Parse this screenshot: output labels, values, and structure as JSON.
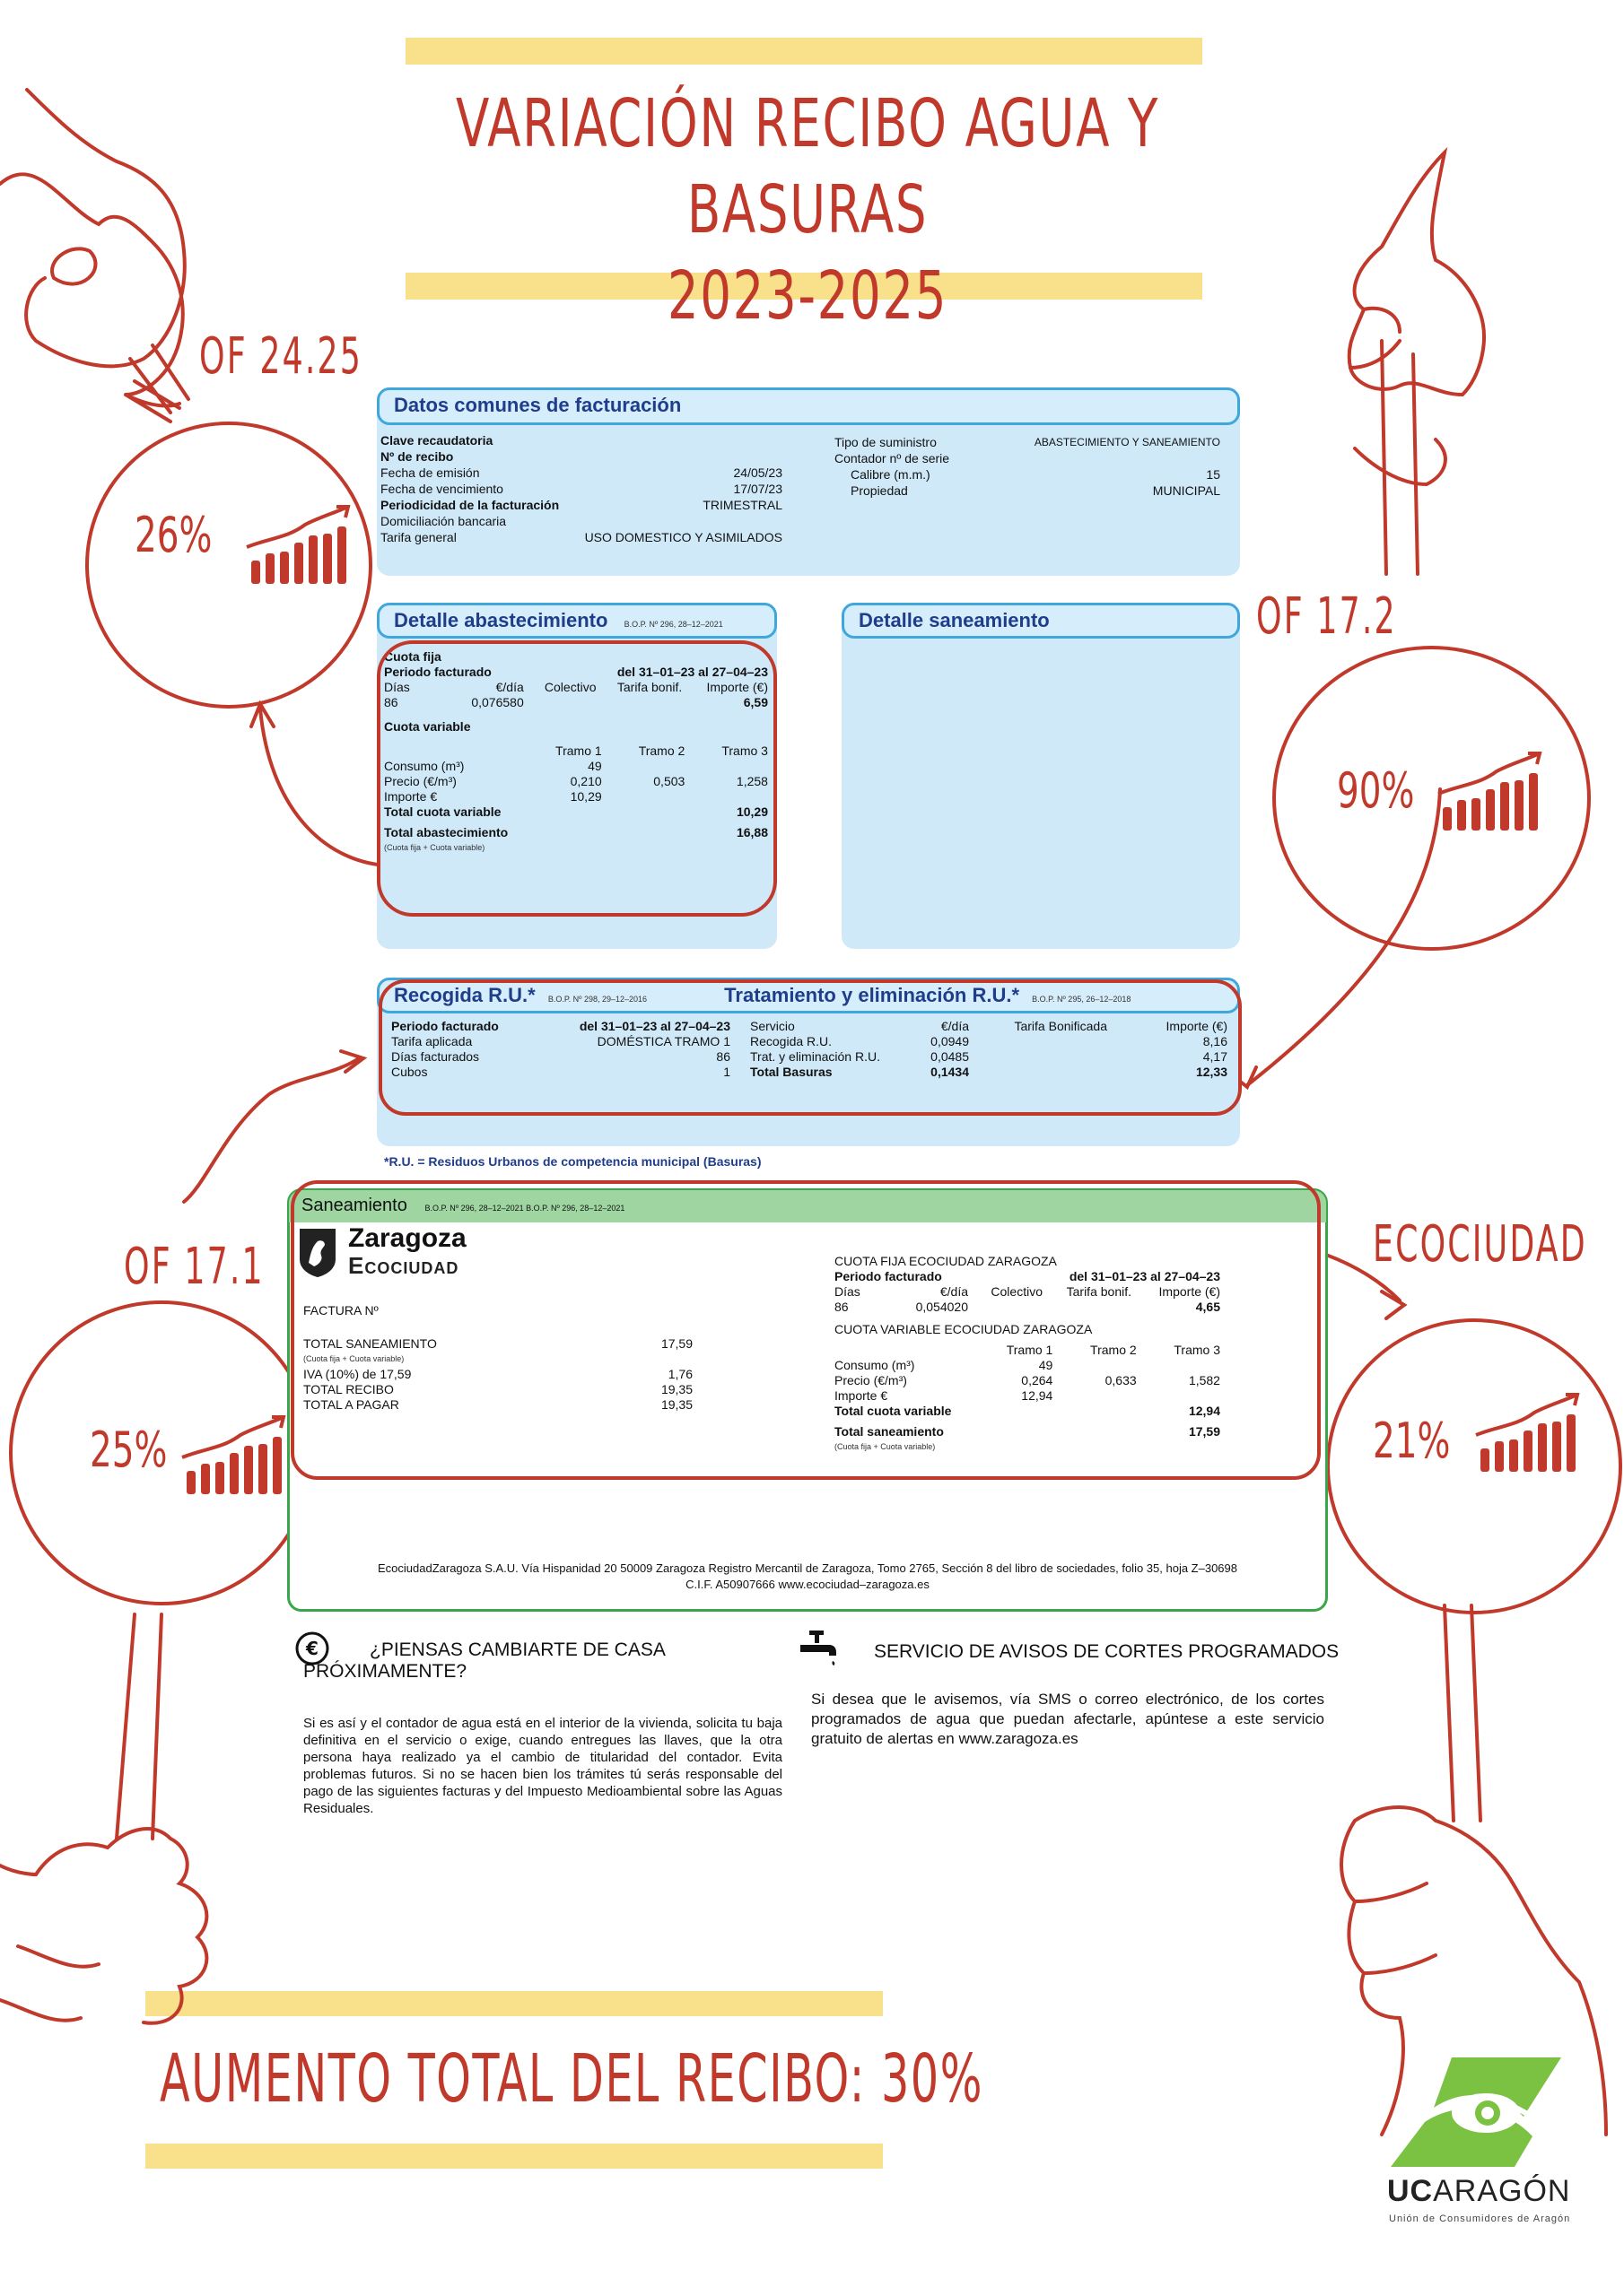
{
  "title": {
    "line1": "VARIACIÓN RECIBO AGUA Y BASURAS",
    "line2": "2023-2025"
  },
  "callouts": {
    "top_left": {
      "of": "OF 24.25",
      "pct": "26%"
    },
    "top_right": {
      "of": "OF 17.2",
      "pct": "90%"
    },
    "bottom_left": {
      "of": "OF 17.1",
      "pct": "25%"
    },
    "bottom_right": {
      "of": "ECOCIUDAD",
      "pct": "21%"
    }
  },
  "datos_comunes": {
    "heading": "Datos comunes de facturación",
    "left": [
      {
        "label": "Clave recaudatoria",
        "value": "",
        "bold": true
      },
      {
        "label": "Nº de recibo",
        "value": "",
        "bold": true
      },
      {
        "label": "Fecha de emisión",
        "value": "24/05/23",
        "bold": false
      },
      {
        "label": "Fecha de vencimiento",
        "value": "17/07/23",
        "bold": false
      },
      {
        "label": "Periodicidad de la facturación",
        "value": "TRIMESTRAL",
        "bold": true
      },
      {
        "label": "Domiciliación bancaria",
        "value": "",
        "bold": false
      },
      {
        "label": "Tarifa general",
        "value": "USO DOMESTICO Y ASIMILADOS",
        "bold": false
      }
    ],
    "right": [
      {
        "label": "Tipo de suministro",
        "value": "ABASTECIMIENTO Y SANEAMIENTO"
      },
      {
        "label": "Contador nº de serie",
        "value": ""
      },
      {
        "label": "Calibre (m.m.)",
        "value": "15"
      },
      {
        "label": "Propiedad",
        "value": "MUNICIPAL"
      }
    ]
  },
  "abastecimiento": {
    "heading": "Detalle abastecimiento",
    "bop": "B.O.P. Nº 296, 28–12–2021",
    "cuota_fija": "Cuota fija",
    "periodo_label": "Periodo facturado",
    "periodo_value": "del 31–01–23 al 27–04–23",
    "cols": [
      "Días",
      "€/día",
      "Colectivo",
      "Tarifa bonif.",
      "Importe (€)"
    ],
    "dias": "86",
    "eur_dia": "0,076580",
    "importe": "6,59",
    "cuota_variable": "Cuota variable",
    "tramos": [
      "Tramo 1",
      "Tramo 2",
      "Tramo 3"
    ],
    "consumo_label": "Consumo (m³)",
    "consumo": [
      "49",
      "",
      ""
    ],
    "precio_label": "Precio (€/m³)",
    "precio": [
      "0,210",
      "0,503",
      "1,258"
    ],
    "importe_label": "Importe €",
    "importe_t": [
      "10,29",
      "",
      ""
    ],
    "total_var_label": "Total cuota variable",
    "total_var": "10,29",
    "total_abast_label": "Total abastecimiento",
    "total_abast": "16,88",
    "total_note": "(Cuota fija + Cuota variable)"
  },
  "saneamiento_head": {
    "heading": "Detalle saneamiento"
  },
  "ru": {
    "recogida_heading": "Recogida R.U.*",
    "recogida_bop": "B.O.P. Nº 298, 29–12–2016",
    "trat_heading": "Tratamiento y eliminación R.U.*",
    "trat_bop": "B.O.P. Nº 295, 26–12–2018",
    "left": [
      {
        "label": "Periodo facturado",
        "value": "del 31–01–23 al 27–04–23",
        "bold": true
      },
      {
        "label": "Tarifa aplicada",
        "value": "DOMÉSTICA TRAMO 1",
        "bold": false
      },
      {
        "label": "Días facturados",
        "value": "86",
        "bold": false
      },
      {
        "label": "Cubos",
        "value": "1",
        "bold": false
      }
    ],
    "cols": [
      "Servicio",
      "€/día",
      "Tarifa Bonificada",
      "Importe (€)"
    ],
    "rows": [
      {
        "servicio": "Recogida R.U.",
        "eur": "0,0949",
        "importe": "8,16",
        "bold": false
      },
      {
        "servicio": "Trat. y eliminación R.U.",
        "eur": "0,0485",
        "importe": "4,17",
        "bold": false
      },
      {
        "servicio": "Total Basuras",
        "eur": "0,1434",
        "importe": "12,33",
        "bold": true
      }
    ],
    "footnote": "*R.U. = Residuos Urbanos de competencia municipal (Basuras)"
  },
  "eco": {
    "heading": "Saneamiento",
    "bop": "B.O.P. Nº 296, 28–12–2021   B.O.P. Nº 296, 28–12–2021",
    "logo_line1": "Zaragoza",
    "logo_line2": "Ecociudad",
    "factura": "FACTURA Nº",
    "totals": [
      {
        "label": "TOTAL SANEAMIENTO",
        "value": "17,59"
      },
      {
        "label": "(Cuota fija + Cuota variable)",
        "value": ""
      },
      {
        "label": "IVA (10%) de 17,59",
        "value": "1,76"
      },
      {
        "label": "TOTAL RECIBO",
        "value": "19,35"
      },
      {
        "label": "TOTAL A PAGAR",
        "value": "19,35"
      }
    ],
    "fija_heading": "CUOTA FIJA ECOCIUDAD ZARAGOZA",
    "periodo_label": "Periodo facturado",
    "periodo_value": "del 31–01–23 al 27–04–23",
    "cols": [
      "Días",
      "€/día",
      "Colectivo",
      "Tarifa bonif.",
      "Importe (€)"
    ],
    "dias": "86",
    "eur_dia": "0,054020",
    "importe": "4,65",
    "var_heading": "CUOTA VARIABLE ECOCIUDAD ZARAGOZA",
    "tramos": [
      "Tramo 1",
      "Tramo 2",
      "Tramo 3"
    ],
    "consumo_label": "Consumo (m³)",
    "consumo": [
      "49",
      "",
      ""
    ],
    "precio_label": "Precio (€/m³)",
    "precio": [
      "0,264",
      "0,633",
      "1,582"
    ],
    "importe_label": "Importe €",
    "importe_t": [
      "12,94",
      "",
      ""
    ],
    "total_var_label": "Total cuota variable",
    "total_var": "12,94",
    "total_san_label": "Total saneamiento",
    "total_san": "17,59",
    "total_note": "(Cuota fija + Cuota variable)",
    "footer1": "EcociudadZaragoza S.A.U. Vía Hispanidad 20 50009 Zaragoza Registro Mercantil de Zaragoza, Tomo 2765, Sección 8 del libro de sociedades, folio 35, hoja Z–30698",
    "footer2": "C.I.F. A50907666 www.ecociudad–zaragoza.es"
  },
  "info_left": {
    "heading": "¿PIENSAS CAMBIARTE DE CASA PRÓXIMAMENTE?",
    "body": "Si es así y el contador de agua está en el interior de la vivienda, solicita tu baja definitiva en el servicio o exige, cuando entregues las llaves, que la otra persona haya realizado ya el cambio de titularidad del contador. Evita problemas futuros. Si no se hacen bien los trámites tú serás responsable del pago de las siguientes facturas y del Impuesto Medioambiental sobre las Aguas Residuales."
  },
  "info_right": {
    "heading": "SERVICIO DE AVISOS DE CORTES PROGRAMADOS",
    "body": "Si desea que le avisemos, vía SMS o correo electrónico, de los cortes programados de agua que puedan afectarle, apúntese a este servicio gratuito de alertas en www.zaragoza.es"
  },
  "bottom_title": "AUMENTO TOTAL DEL RECIBO: 30%",
  "logo": {
    "name_bold": "UC",
    "name_rest": "ARAGÓN",
    "tagline": "Unión de Consumidores de Aragón",
    "color": "#7bc142"
  },
  "colors": {
    "accent_red": "#c0392b",
    "band_yellow": "#f9e08a",
    "panel_blue": "#cfe9f9",
    "head_blue": "#1f3d8a",
    "eco_green": "#9fd5a0"
  }
}
